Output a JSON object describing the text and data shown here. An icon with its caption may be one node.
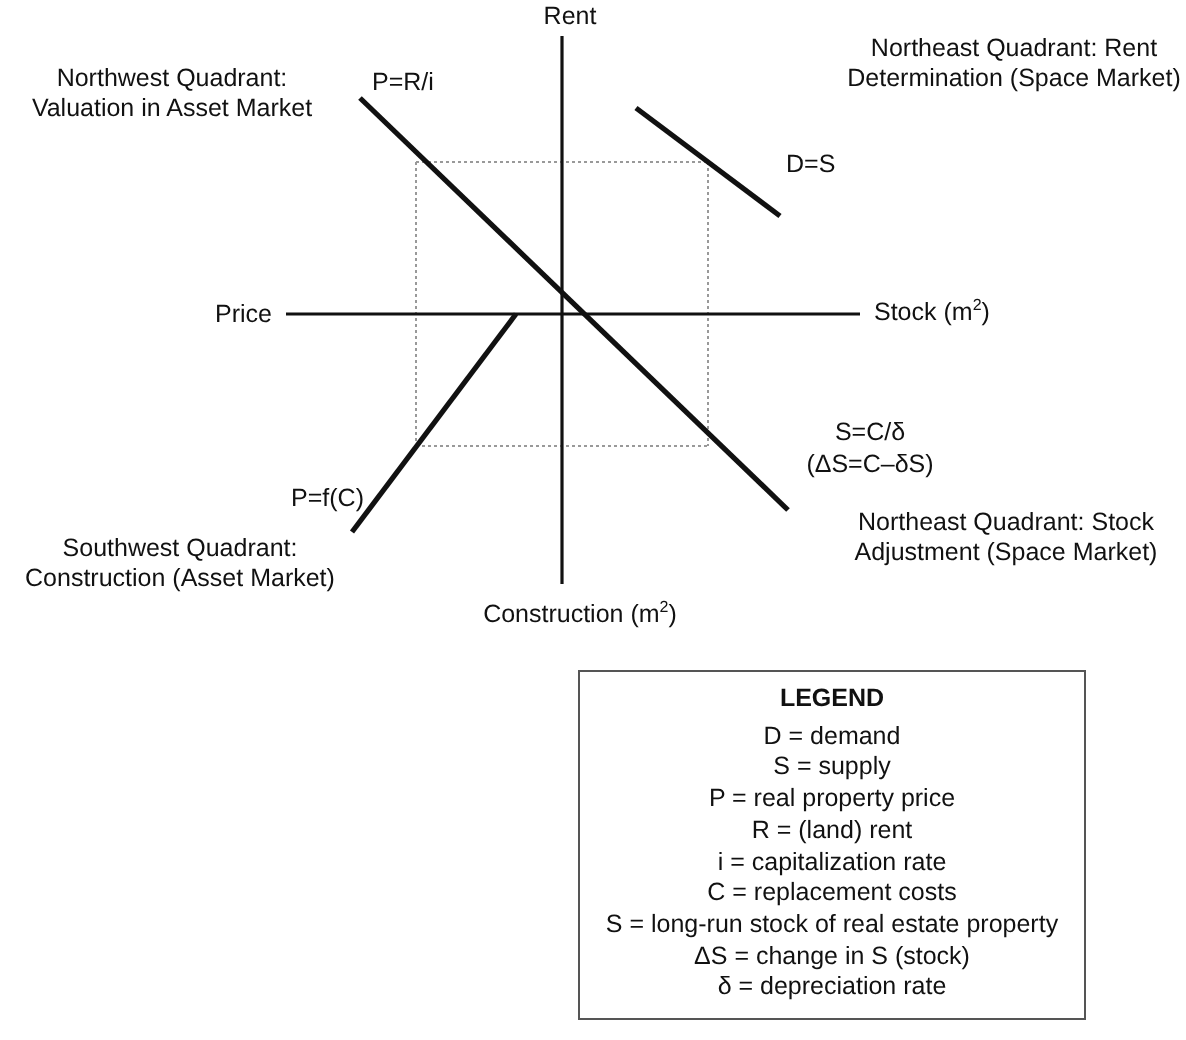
{
  "diagram": {
    "nodes": [
      {
        "text": [
          "LEGEND",
          "D = demand",
          "S = supply",
          "P = real property price",
          "R = (land) rent",
          "i = capitalization rate",
          "C = replacement costs",
          "S = long-run stock of real estate property",
          "ΔS = change in S (stock)",
          "δ = depreciation rate"
        ]
      }
    ],
    "labels": [
      "Rent",
      "Northwest Quadrant: Valuation in Asset Market",
      "P=R/i",
      "Northeast Quadrant: Rent Determination (Space Market)",
      "D=S",
      "Price",
      "Stock (m$^{2}$)",
      "S=C/δ",
      "(ΔS=C–δS)",
      "P=f(C)",
      "Northeast Quadrant: Stock Adjustment (Space Market)",
      "Southwest Quadrant: Construction (Asset Market)",
      "Construction (m$^{2}$)"
    ]
  }
}
